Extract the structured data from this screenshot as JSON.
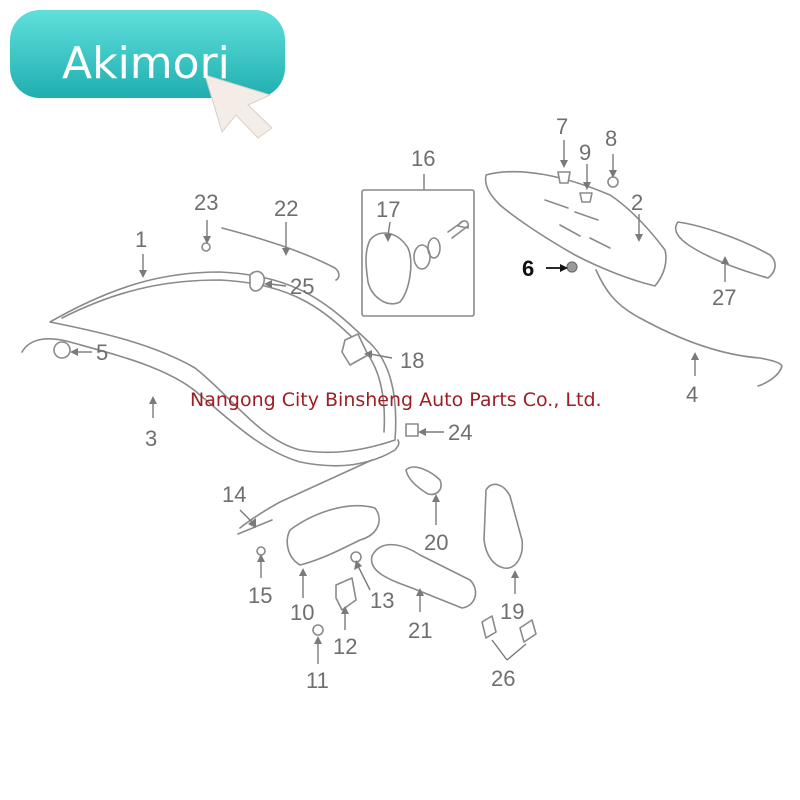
{
  "logo": {
    "text": "Akimori"
  },
  "watermark": {
    "text": "Nangong City Binsheng Auto Parts Co., Ltd."
  },
  "callouts": {
    "c1": "1",
    "c2": "2",
    "c3": "3",
    "c4": "4",
    "c5": "5",
    "c6": "6",
    "c7": "7",
    "c8": "8",
    "c9": "9",
    "c10": "10",
    "c11": "11",
    "c12": "12",
    "c13": "13",
    "c14": "14",
    "c15": "15",
    "c16": "16",
    "c17": "17",
    "c18": "18",
    "c19": "19",
    "c20": "20",
    "c21": "21",
    "c22": "22",
    "c23": "23",
    "c24": "24",
    "c25": "25",
    "c26": "26",
    "c27": "27"
  },
  "colors": {
    "logo_bg": "#2ec4c0",
    "watermark": "#9b1f24",
    "line": "#8a8a8a"
  }
}
